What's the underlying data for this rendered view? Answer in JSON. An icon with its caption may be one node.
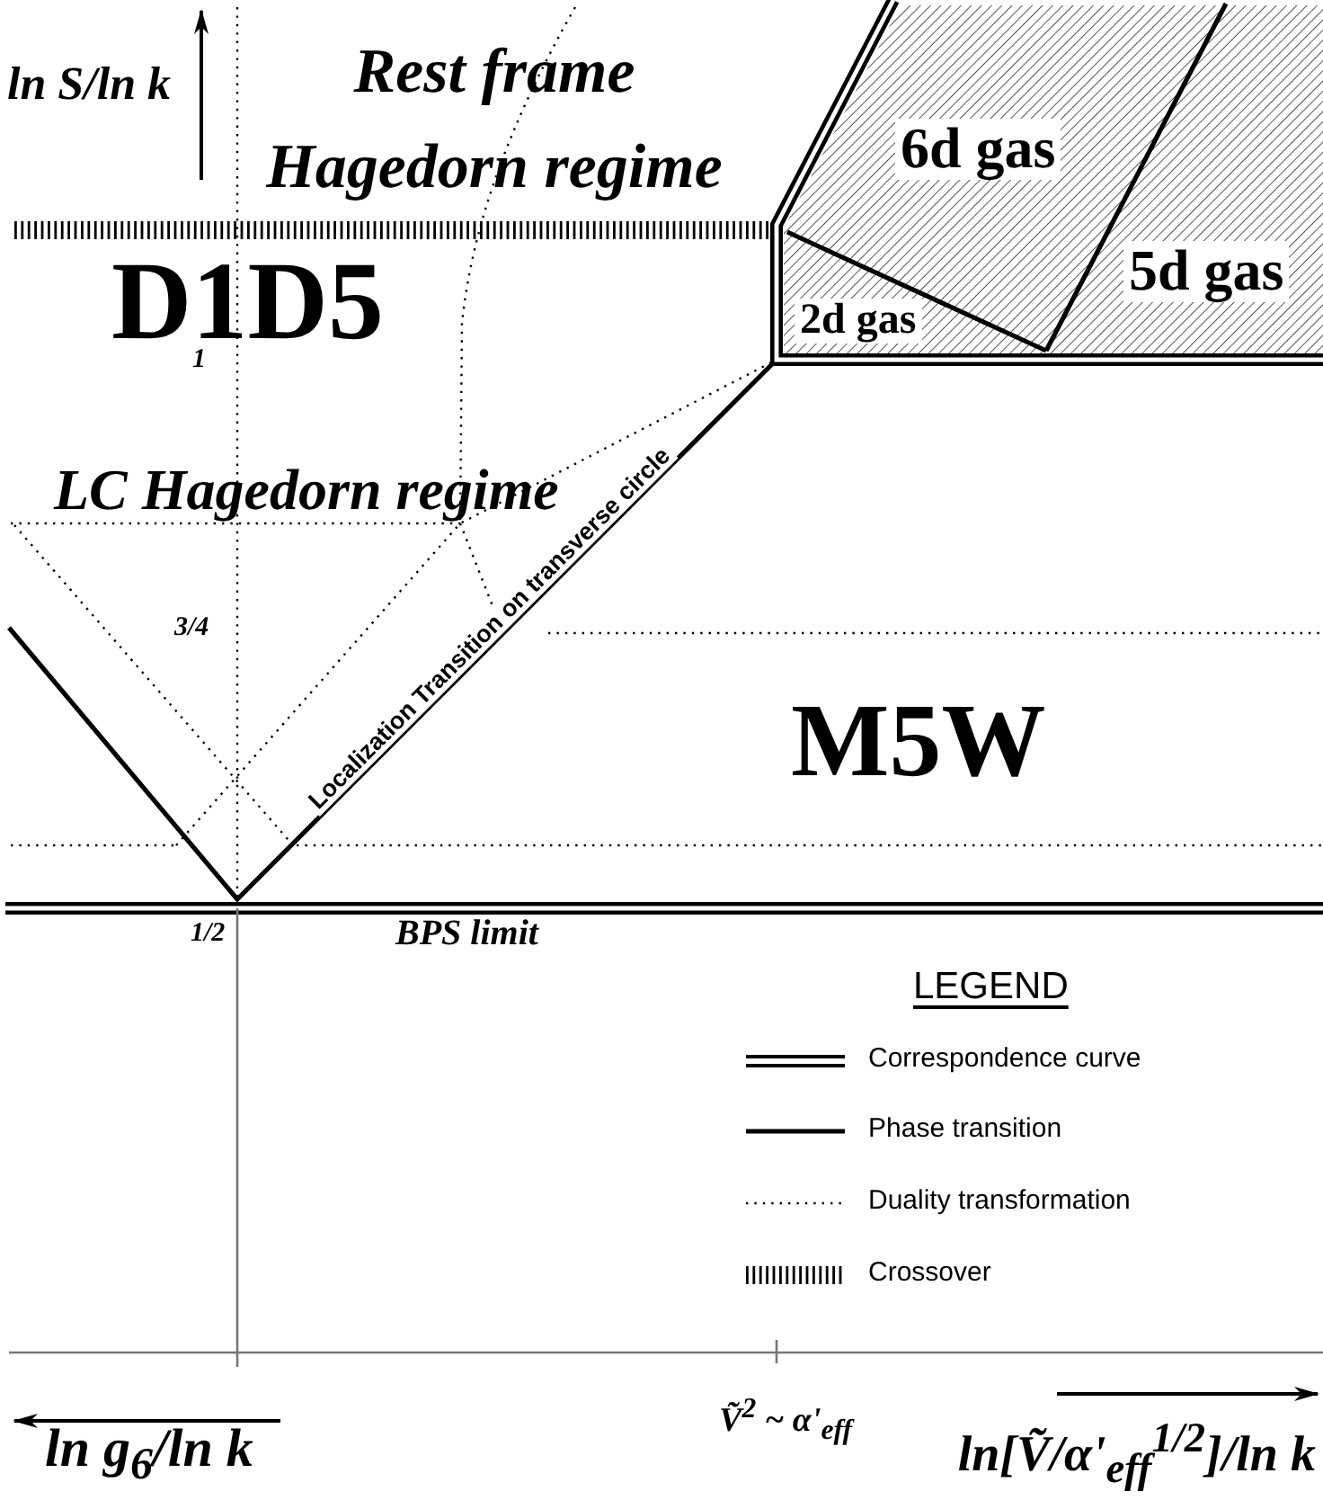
{
  "diagram": {
    "labels": [
      "ln S/ln k",
      "Rest frame Hagedorn regime",
      "6d gas",
      "D1D5",
      "5d gas",
      "2d gas",
      "1",
      "LC Hagedorn regime",
      "Localization Transition on transverse circle",
      "3/4",
      "M5W",
      "1/2",
      "BPS limit",
      "LEGEND",
      "Ṽ$^{2}$ ~ α'$_{eff}$",
      "ln g$_{6}$/ln k",
      "ln[Ṽ/α'$_{eff}$$^{1/2}$]/ln k"
    ],
    "legend": [
      {
        "text": "Correspondence curve"
      },
      {
        "text": "Phase transition"
      },
      {
        "text": "Duality transformation"
      },
      {
        "text": "Crossover"
      }
    ]
  }
}
